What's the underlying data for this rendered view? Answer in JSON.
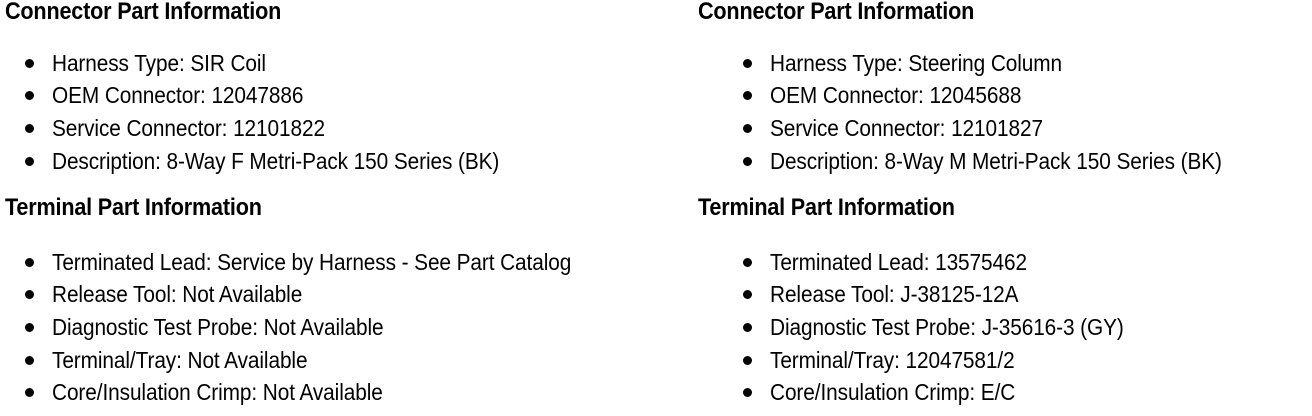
{
  "page": {
    "background_color": "#ffffff",
    "text_color": "#000000",
    "bullet_glyph": "filled-disc"
  },
  "columns": [
    {
      "id": "left",
      "sections": [
        {
          "id": "connector-part-information",
          "heading": "Connector Part Information",
          "items": [
            "Harness Type: SIR Coil",
            "OEM Connector: 12047886",
            "Service Connector: 12101822",
            "Description: 8-Way F Metri-Pack 150 Series (BK)"
          ]
        },
        {
          "id": "terminal-part-information",
          "heading": "Terminal Part Information",
          "items": [
            "Terminated Lead: Service by Harness - See Part Catalog",
            "Release Tool: Not Available",
            "Diagnostic Test Probe: Not Available",
            "Terminal/Tray: Not Available",
            "Core/Insulation Crimp: Not Available"
          ]
        }
      ]
    },
    {
      "id": "right",
      "sections": [
        {
          "id": "connector-part-information",
          "heading": "Connector Part Information",
          "items": [
            "Harness Type: Steering Column",
            "OEM Connector: 12045688",
            "Service Connector: 12101827",
            "Description: 8-Way M Metri-Pack 150 Series (BK)"
          ]
        },
        {
          "id": "terminal-part-information",
          "heading": "Terminal Part Information",
          "items": [
            "Terminated Lead: 13575462",
            "Release Tool: J-38125-12A",
            "Diagnostic Test Probe: J-35616-3 (GY)",
            "Terminal/Tray: 12047581/2",
            "Core/Insulation Crimp: E/C"
          ]
        }
      ]
    }
  ]
}
